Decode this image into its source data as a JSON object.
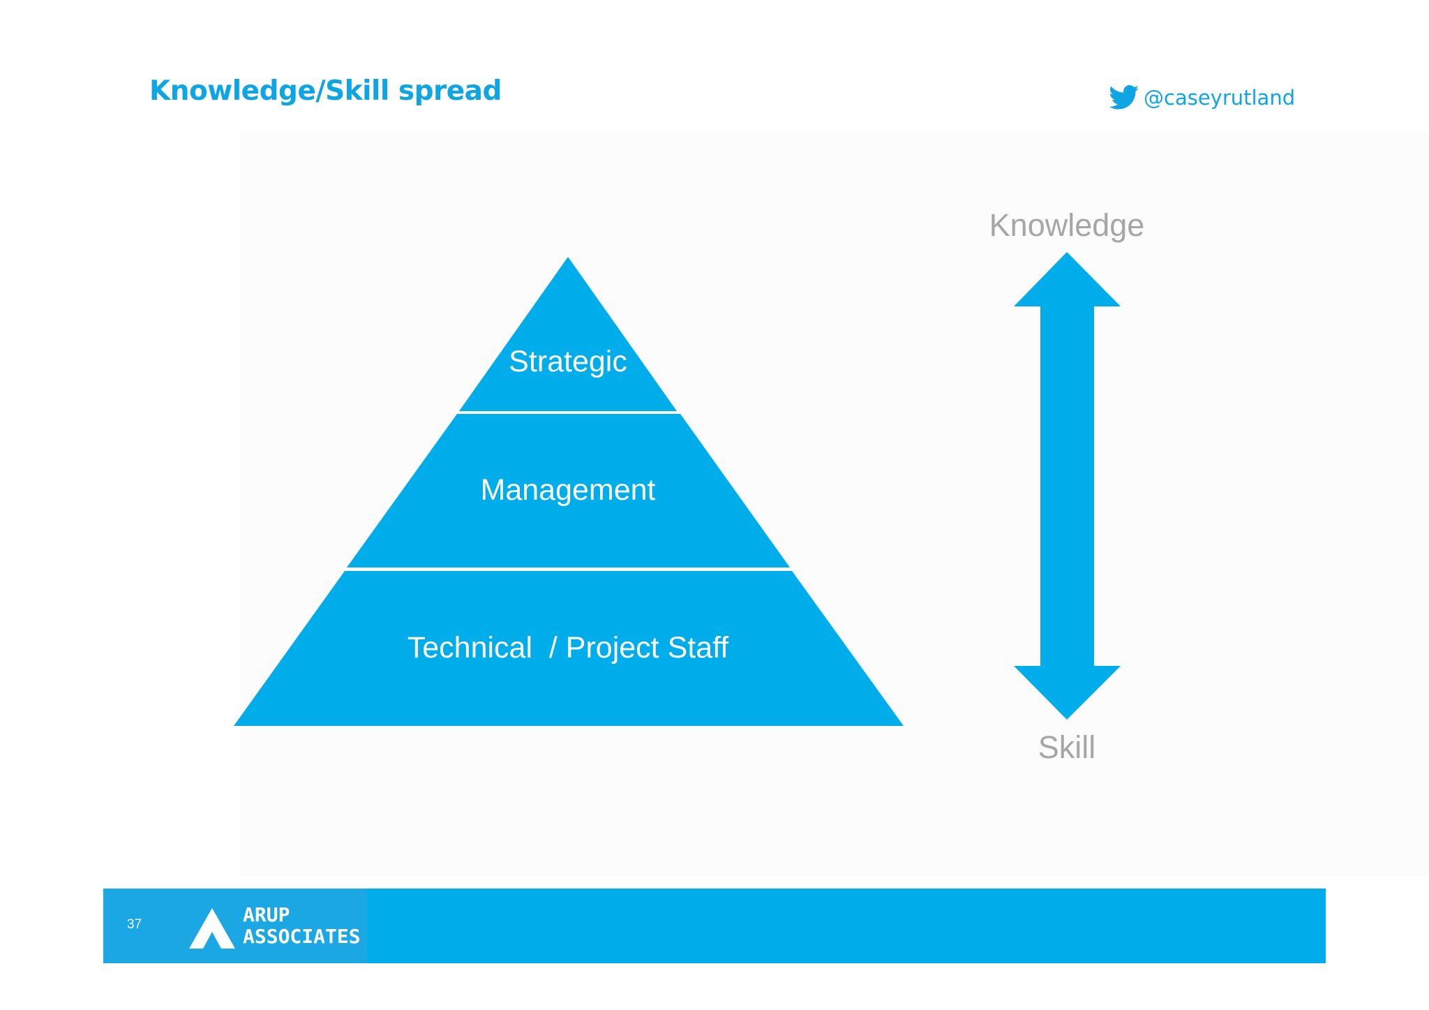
{
  "slide": {
    "title": "Knowledge/Skill spread",
    "twitter_handle": "@caseyrutland",
    "page_number": "37"
  },
  "pyramid": {
    "tiers": [
      {
        "label": "Strategic"
      },
      {
        "label": "Management"
      },
      {
        "label": "Technical  / Project Staff"
      }
    ]
  },
  "scale": {
    "top_label": "Knowledge",
    "bottom_label": "Skill"
  },
  "logo": {
    "line1": "ARUP",
    "line2": "ASSOCIATES"
  },
  "icons": {
    "twitter": "twitter-bird-icon",
    "logo": "arup-logo-icon",
    "arrow": "double-arrow-icon"
  },
  "colors": {
    "accent": "#00adeb",
    "title": "#0ea5e4",
    "axis_text": "#a6a6a8",
    "tier_text": "#ffffff"
  }
}
